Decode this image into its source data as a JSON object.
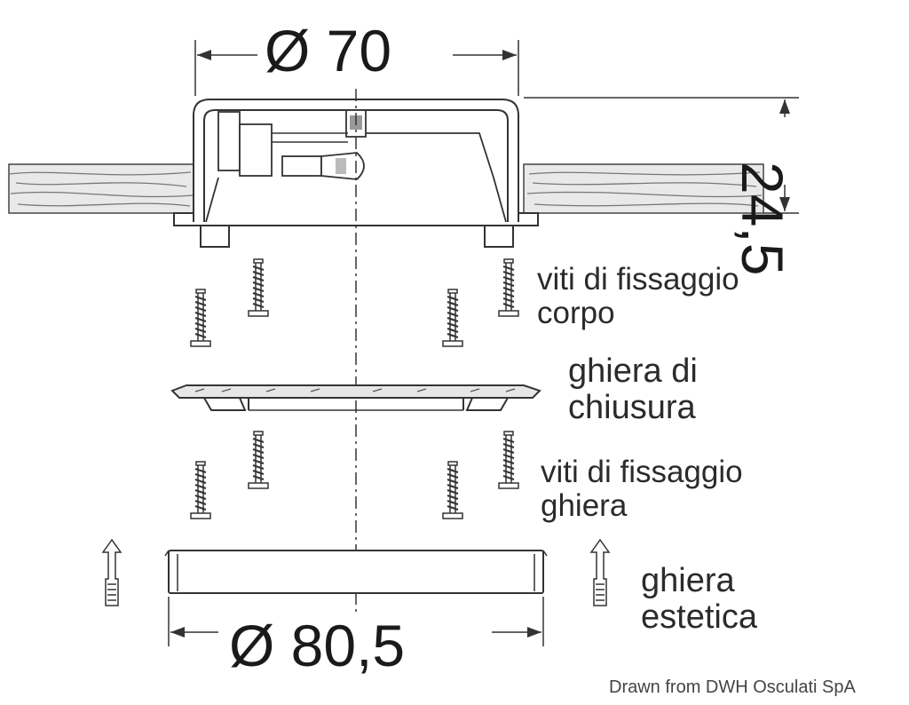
{
  "dimensions": {
    "top_diameter": "Ø 70",
    "height": "24,5",
    "bottom_diameter": "Ø 80,5"
  },
  "labels": {
    "body_screws": {
      "line1": "viti di fissaggio",
      "line2": "corpo"
    },
    "closing_ring": {
      "line1": "ghiera di",
      "line2": "chiusura"
    },
    "ring_screws": {
      "line1": "viti di fissaggio",
      "line2": "ghiera"
    },
    "cosmetic_ring": {
      "line1": "ghiera",
      "line2": "estetica"
    }
  },
  "credit": "Drawn from DWH Osculati SpA"
}
